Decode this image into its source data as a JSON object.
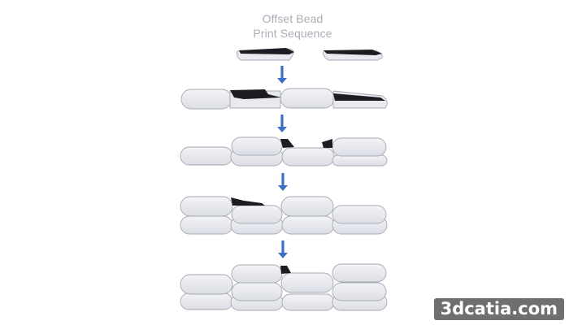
{
  "diagram": {
    "title_line1": "Offset Bead",
    "title_line2": "Print Sequence",
    "stage_count": 5
  },
  "watermark": "3dcatia.com",
  "colors": {
    "bead_fill": "#e9eaf0",
    "bead_stroke": "#a6a9b3",
    "nozzle_dark": "#1b1d22",
    "arrow": "#3d6fc7"
  }
}
